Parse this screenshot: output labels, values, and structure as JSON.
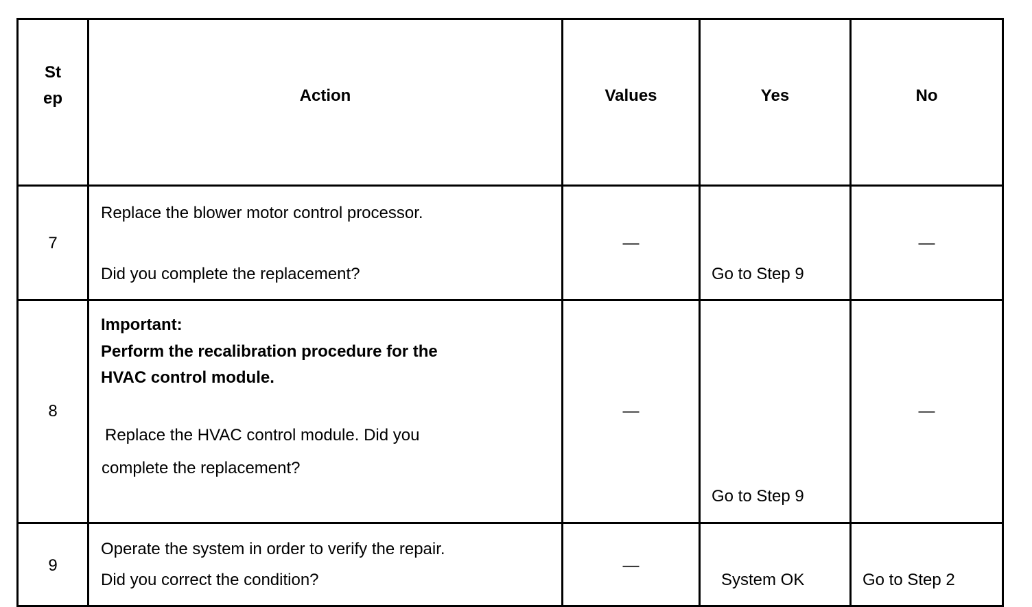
{
  "headers": {
    "step": "St ep",
    "step_line1": "St",
    "step_line2": "ep",
    "action": "Action",
    "values": "Values",
    "yes": "Yes",
    "no": "No"
  },
  "rows": [
    {
      "step": "7",
      "action_line1": "Replace the blower motor control processor.",
      "action_line2": "Did you complete the replacement?",
      "values": "—",
      "yes": "Go to Step 9",
      "no": "—"
    },
    {
      "step": "8",
      "important_label": "Important:",
      "important_line1": "Perform the recalibration procedure for the",
      "important_line2": "HVAC control module.",
      "action_line1": "Replace the HVAC control module. Did you",
      "action_line2": "complete the replacement?",
      "values": "—",
      "yes": "Go to Step 9",
      "no": "—"
    },
    {
      "step": "9",
      "action_line1": "Operate the system in order to verify the repair.",
      "action_line2": "Did you correct the condition?",
      "values": "—",
      "yes": "System OK",
      "no": "Go to Step 2"
    }
  ]
}
